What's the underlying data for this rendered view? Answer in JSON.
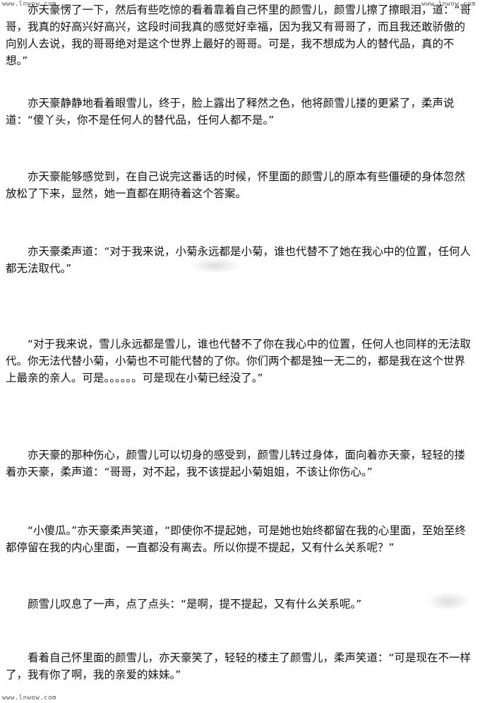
{
  "watermark": {
    "top_left": "www.lnwow.com",
    "top_right": "www.lnwow.com",
    "bottom_left": "www.lnwow.com"
  },
  "paragraphs": [
    "亦天豪愣了一下，然后有些吃惊的看着靠着自己怀里的颜雪儿，颜雪儿擦了擦眼泪，道：“哥哥，我真的好高兴好高兴，这段时间我真的感觉好幸福，因为我又有哥哥了，而且我还敢骄傲的向别人去说，我的哥哥绝对是这个世界上最好的哥哥。可是，我不想成为人的替代品，真的不想。”",
    "亦天豪静静地看着眼雪儿，终于，脸上露出了释然之色，他将颜雪儿搂的更紧了，柔声说道：“傻丫头，你不是任何人的替代品，任何人都不是。”",
    "亦天豪能够感觉到，在自己说完这番话的时候，怀里面的颜雪儿的原本有些僵硬的身体忽然放松了下来，显然，她一直都在期待着这个答案。",
    "亦天豪柔声道：“对于我来说，小菊永远都是小菊，谁也代替不了她在我心中的位置，任何人都无法取代。”",
    "“对于我来说，雪儿永远都是雪儿，谁也代替不了你在我心中的位置，任何人也同样的无法取代。你无法代替小菊，小菊也不可能代替的了你。你们两个都是独一无二的，都是我在这个世界上最亲的亲人。可是。。。。。。可是现在小菊已经没了。”",
    "亦天豪的那种伤心，颜雪儿可以切身的感受到，颜雪儿转过身体，面向着亦天豪，轻轻的搂着亦天豪，柔声道：“哥哥，对不起，我不该提起小菊姐姐，不该让你伤心。”",
    "“小傻瓜。”亦天豪柔声笑道，“即使你不提起她，可是她也始终都留在我的心里面，至始至终都停留在我的内心里面，一直都没有离去。所以你提不提起，又有什么关系呢？”",
    "颜雪儿叹息了一声，点了点头：“是啊，提不提起，又有什么关系呢。”",
    "看着自己怀里面的颜雪儿，亦天豪笑了，轻轻的楼主了颜雪儿，柔声笑道：“可是现在不一样了，我有你了啊，我的亲爱的妹妹。”"
  ]
}
